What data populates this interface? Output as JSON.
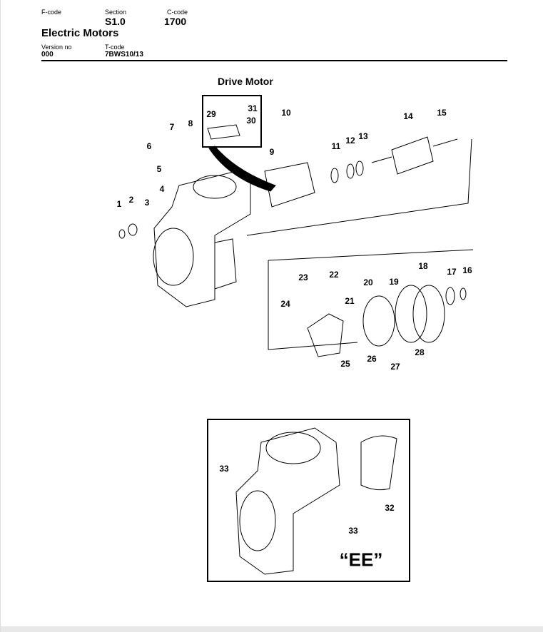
{
  "header": {
    "fcode_label": "F-code",
    "section_label": "Section",
    "section": "S1.0",
    "ccode_label": "C-code",
    "ccode": "1700",
    "title": "Electric Motors",
    "version_label": "Version no",
    "version": "000",
    "tcode_label": "T-code",
    "tcode": "7BWS10/13"
  },
  "diagram": {
    "title": "Drive Motor",
    "inset_label": "“EE”",
    "callouts": [
      "1",
      "2",
      "3",
      "4",
      "5",
      "6",
      "7",
      "8",
      "9",
      "10",
      "11",
      "12",
      "13",
      "14",
      "15",
      "16",
      "17",
      "18",
      "19",
      "20",
      "21",
      "22",
      "23",
      "24",
      "25",
      "26",
      "27",
      "28",
      "29",
      "30",
      "31",
      "32",
      "33",
      "33"
    ]
  }
}
